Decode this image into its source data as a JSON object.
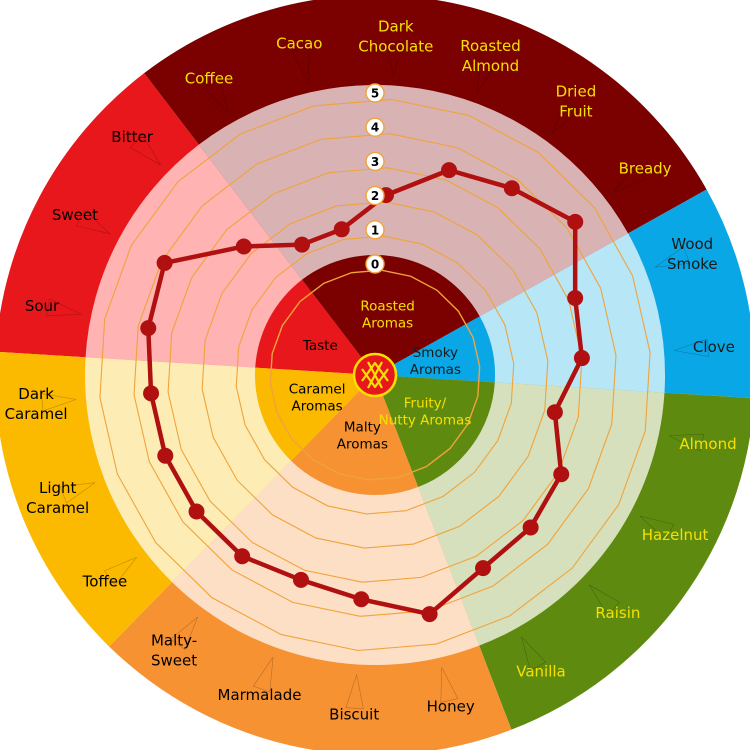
{
  "chart_data": {
    "type": "radar",
    "title": "",
    "rlim": [
      0,
      5
    ],
    "rticks": [
      "0",
      "1",
      "2",
      "3",
      "4",
      "5"
    ],
    "categories": [
      {
        "name": "Taste",
        "color": "#e8171b",
        "tint": "#ffb3b3",
        "text": "#000000",
        "attributes": [
          "Sour",
          "Sweet",
          "Bitter"
        ]
      },
      {
        "name": "Roasted Aromas",
        "color": "#7b0000",
        "tint": "#d9b3b3",
        "text": "#f6e000",
        "attributes": [
          "Coffee",
          "Cacao",
          "Dark Chocolate",
          "Roasted Almond",
          "Dried Fruit",
          "Bready"
        ]
      },
      {
        "name": "Smoky Aromas",
        "color": "#0aa7e6",
        "tint": "#b7e6f7",
        "text": "#1a1a1a",
        "attributes": [
          "Wood Smoke",
          "Clove"
        ]
      },
      {
        "name": "Fruity/ Nutty Aromas",
        "color": "#5f8a10",
        "tint": "#d6e0bd",
        "text": "#f6e000",
        "attributes": [
          "Almond",
          "Hazelnut",
          "Raisin",
          "Vanilla"
        ]
      },
      {
        "name": "Malty Aromas",
        "color": "#f79233",
        "tint": "#fddfc6",
        "text": "#000000",
        "attributes": [
          "Honey",
          "Biscuit",
          "Marmalade",
          "Malty-Sweet"
        ]
      },
      {
        "name": "Caramel Aromas",
        "color": "#fbb900",
        "tint": "#fdedb5",
        "text": "#000000",
        "attributes": [
          "Toffee",
          "Light Caramel",
          "Dark Caramel"
        ]
      }
    ],
    "series": [
      {
        "color": "#b01010",
        "values": [
          3.7,
          3.9,
          2.3,
          1.3,
          1.3,
          2.2,
          3.3,
          3.7,
          4.3,
          3.2,
          3.0,
          2.3,
          3.1,
          3.3,
          3.4,
          4.1,
          3.5,
          3.3,
          3.5,
          3.5,
          3.5,
          3.5
        ]
      }
    ]
  },
  "center_icon": "knot-logo-icon",
  "colors": {
    "line": "#b01010",
    "grid": "#f0a33a",
    "center_logo": "#e8171b"
  }
}
